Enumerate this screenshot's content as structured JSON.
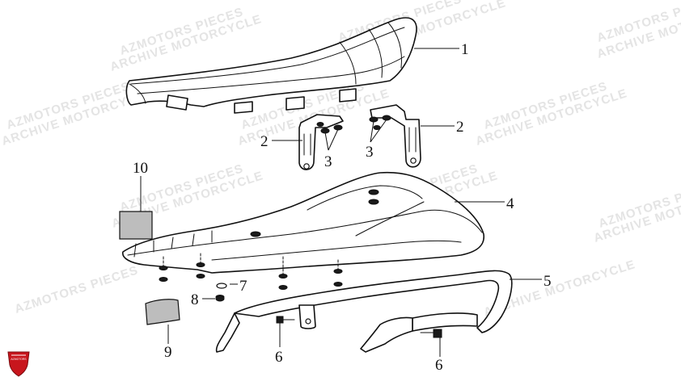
{
  "watermarks": [
    "AZMOTORS PIECES",
    "ARCHIVE MOTORCYCLE",
    "AZMOTORS PIECES",
    "ARCHIVE MOTORCYCLE",
    "AZMOTORS PIECES",
    "ARCHIVE MOTORCYCLE",
    "AZMOTORS PIECES",
    "ARCHIVE MOTORCYCLE",
    "AZMOTORS PIECES",
    "ARCHIVE MOTORCYCLE",
    "AZMOTORS PIECES",
    "ARCHIVE MOTORCYCLE",
    "AZMOTORS PIECES",
    "ARCHIVE MOTORCYCLE",
    "AZMOTORS PIECES",
    "ARCHIVE MOTORCYCLE",
    "AZMOTORS PIECES",
    "ARCHIVE MOTORCYCLE",
    "AZMOTORS PIECES",
    "ARCHIVE MOTORCYCLE"
  ],
  "callouts": {
    "seat": "1",
    "bracket_left": "2",
    "bracket_right": "2",
    "nut_left": "3",
    "nut_right": "3",
    "rear_cowl": "4",
    "grab_rail": "5",
    "bolt_left": "6",
    "bolt_right": "6",
    "washer": "7",
    "nut_small": "8",
    "pad": "9",
    "label": "10"
  },
  "logo": {
    "text": "AZMOTORS",
    "color": "#c8161d"
  }
}
